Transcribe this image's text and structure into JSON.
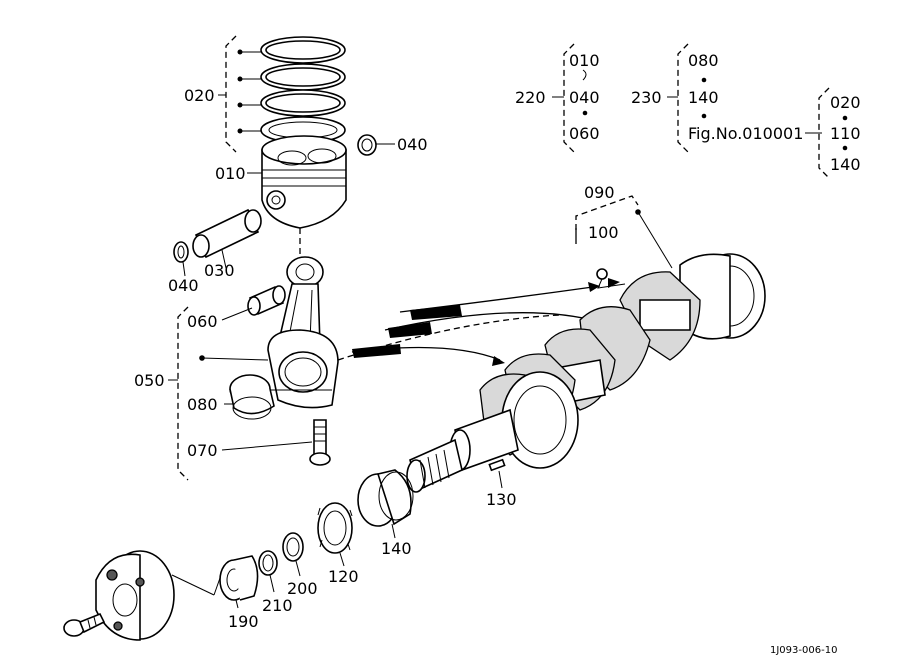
{
  "figure_ref": "1J093-006-10",
  "part_labels": {
    "p020": "020",
    "p010": "010",
    "p040_right": "040",
    "p030": "030",
    "p040_left": "040",
    "p060": "060",
    "p050": "050",
    "p080": "080",
    "p070": "070",
    "p090": "090",
    "p100": "100",
    "p130": "130",
    "p140": "140",
    "p120": "120",
    "p200": "200",
    "p210": "210",
    "p190": "190"
  },
  "kits": {
    "k220": {
      "code": "220",
      "items": [
        "010",
        "040",
        "060"
      ]
    },
    "k230": {
      "code": "230",
      "items": [
        "080",
        "140",
        "Fig.No.010001"
      ]
    },
    "fig": {
      "items": [
        "020",
        "110",
        "140"
      ]
    }
  }
}
